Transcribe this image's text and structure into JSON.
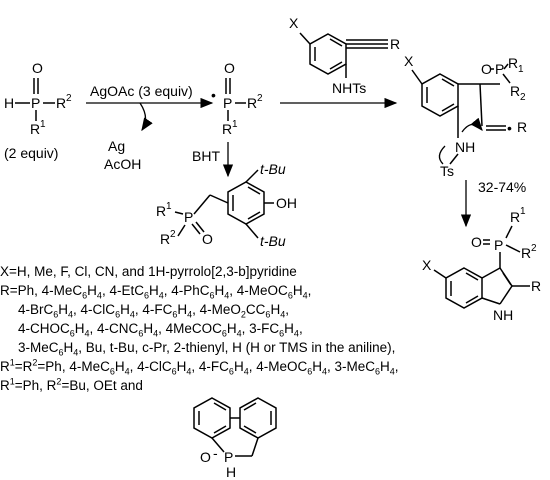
{
  "reagents": {
    "step1": "AgOAc (3 equiv)",
    "byproduct_1": "Ag",
    "byproduct_2": "AcOH",
    "phosphine_equiv": "(2 equiv)",
    "trap": "BHT",
    "aniline_sub": "NHTs",
    "yield": "32-74%"
  },
  "atoms": {
    "H": "H",
    "P": "P",
    "O": "O",
    "R": "R",
    "X": "X",
    "R1": "R¹",
    "R2": "R²",
    "NH": "NH",
    "Ts": "Ts",
    "OH": "OH",
    "tBu": "t-Bu",
    "N": "N",
    "radical": "•"
  },
  "scope": {
    "x_line": "X=H, Me, F, Cl, CN, and 1H-pyrrolo[2,3-b]pyridine",
    "r_lines": [
      "R=Ph, 4-MeC6H4, 4-EtC6H4, 4-PhC6H4, 4-MeOC6H4,",
      "4-BrC6H4, 4-ClC6H4, 4-FC6H4, 4-MeO2CC6H4,",
      "4-CHOC6H4, 4-CNC6H4, 4MeCOC6H4, 3-FC6H4,",
      "3-MeC6H4, Bu, t-Bu, c-Pr, 2-thienyl, H (H or TMS in the aniline),"
    ],
    "r1r2_line_1": "R1=R2=Ph, 4-MeC6H4, 4-ClC6H4, 4-FC6H4, 4-MeOC6H4, 3-MeC6H4,",
    "r1r2_line_2": "R1=Ph, R2=Bu, OEt and"
  },
  "colors": {
    "ink": "#000000",
    "background": "#ffffff"
  }
}
